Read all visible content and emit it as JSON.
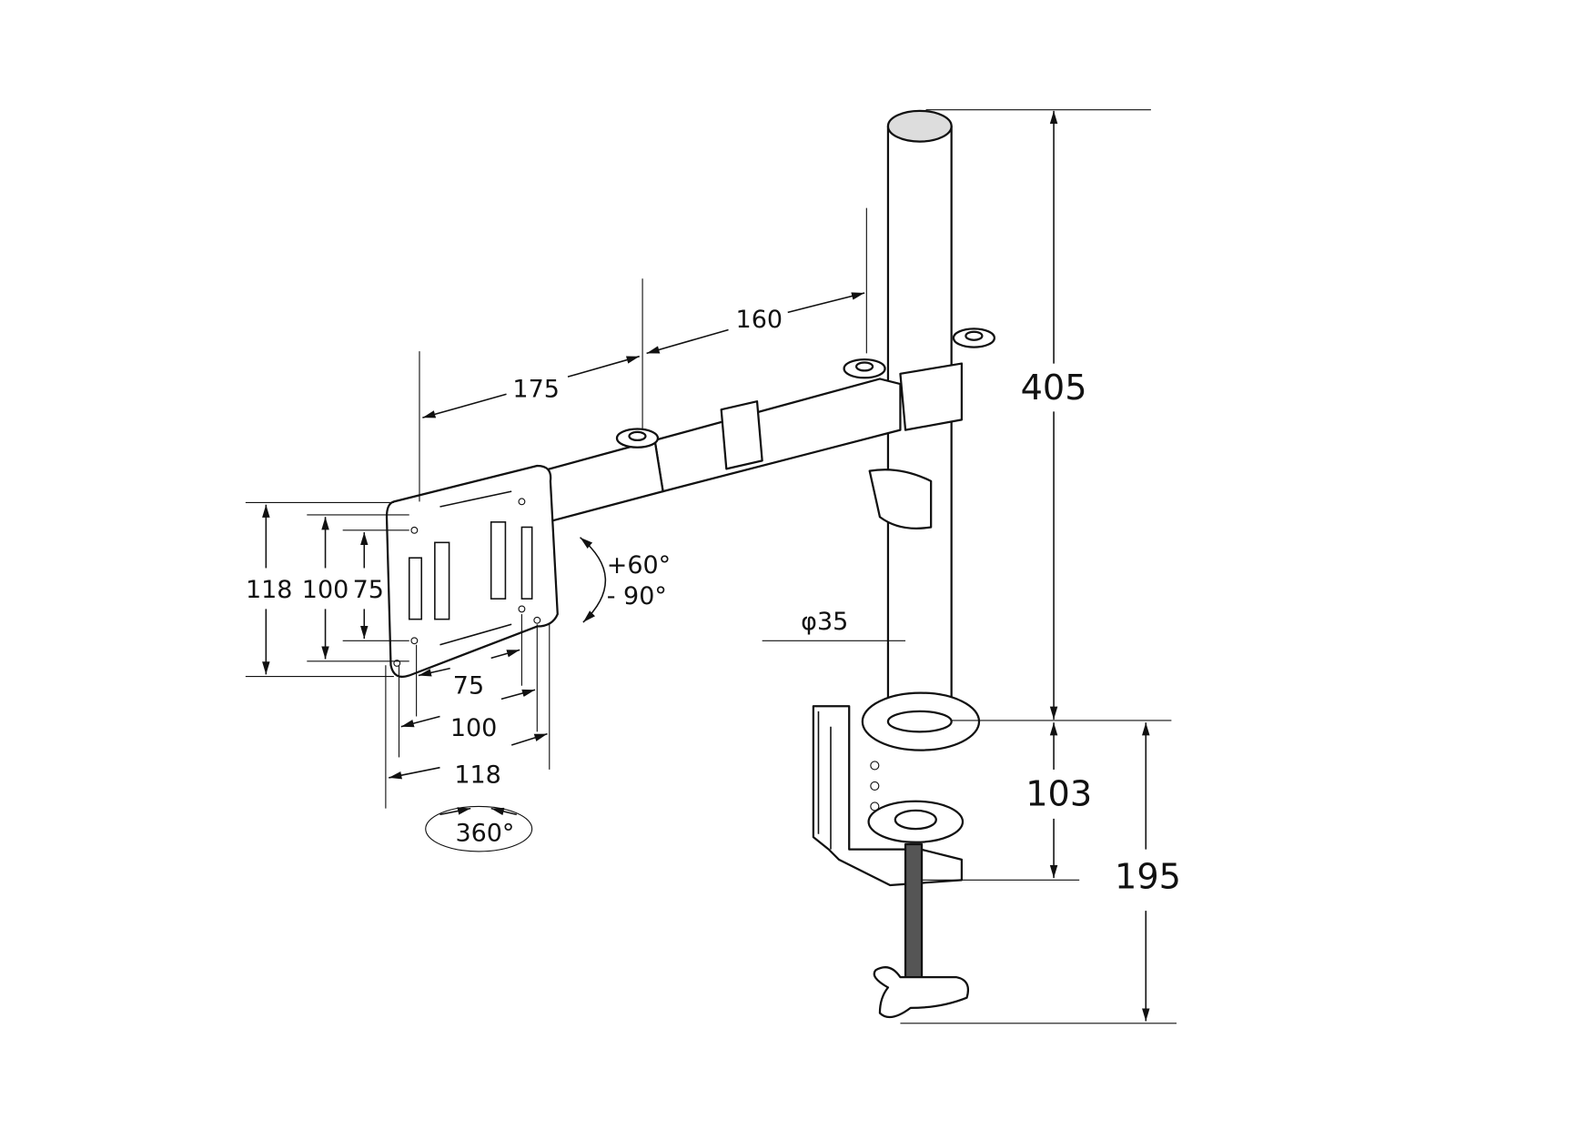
{
  "dimensions": {
    "total_height": "405",
    "clamp_top_height": "103",
    "clamp_total_height": "195",
    "inner_arm": "160",
    "outer_arm": "175",
    "pole_diameter": "φ35",
    "vesa_vertical": [
      "118",
      "100",
      "75"
    ],
    "vesa_horizontal": [
      "75",
      "100",
      "118"
    ],
    "tilt_up": "+60°",
    "tilt_down": "- 90°",
    "rotation": "360°"
  }
}
